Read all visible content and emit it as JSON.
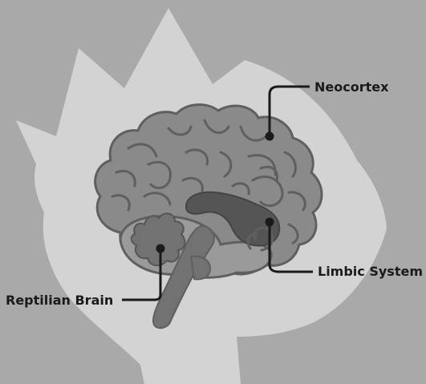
{
  "labels": {
    "neocortex": "Neocortex",
    "limbic_system": "Limbic System",
    "reptilian_brain": "Reptilian Brain"
  },
  "colors": {
    "background": "#a9a9a9",
    "head_silhouette": "#d3d3d3",
    "cortex_fill": "#8a8a8a",
    "groove_stroke": "#5f5f5f",
    "inner_lobe": "#9a9a9a",
    "limbic_fill": "#555555",
    "reptilian_fill": "#727272",
    "leader_line": "#1a1a1a"
  }
}
